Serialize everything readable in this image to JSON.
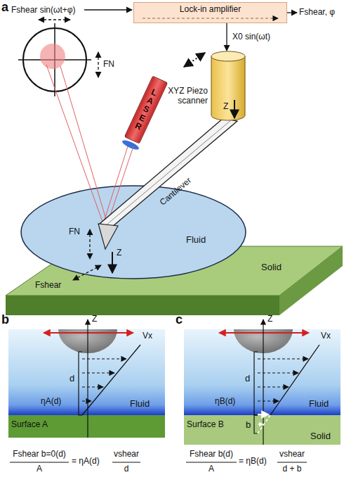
{
  "diagram": {
    "nodes": [
      {
        "text": [
          "Lock-in amplifier"
        ]
      },
      {
        "text": [
          "XYZ Piezo scanner"
        ]
      },
      {
        "text": [
          "LASER"
        ]
      }
    ],
    "edges": [
      {
        "from": 0,
        "to": 1,
        "arrow": "to",
        "label": "X0 sin(ωt)"
      }
    ],
    "labels": [
      "a",
      "Fshear sin(ωt+φ)",
      "Fshear, φ",
      "FN",
      "Cantilever",
      "FN",
      "Z",
      "Fluid",
      "Fshear",
      "Solid",
      "Z",
      "b",
      "Z",
      "d",
      "Vx",
      "ηA(d)",
      "Fluid",
      "Surface A",
      "Fshear b=0(d)",
      "A",
      "= ηA(d)",
      "vshear",
      "d",
      "c",
      "Z",
      "d",
      "Vx",
      "ηB(d)",
      "Fluid",
      "Surface B",
      "b",
      "Solid",
      "Fshear b(d)",
      "A",
      "= ηB(d)",
      "vshear",
      "d + b"
    ]
  }
}
